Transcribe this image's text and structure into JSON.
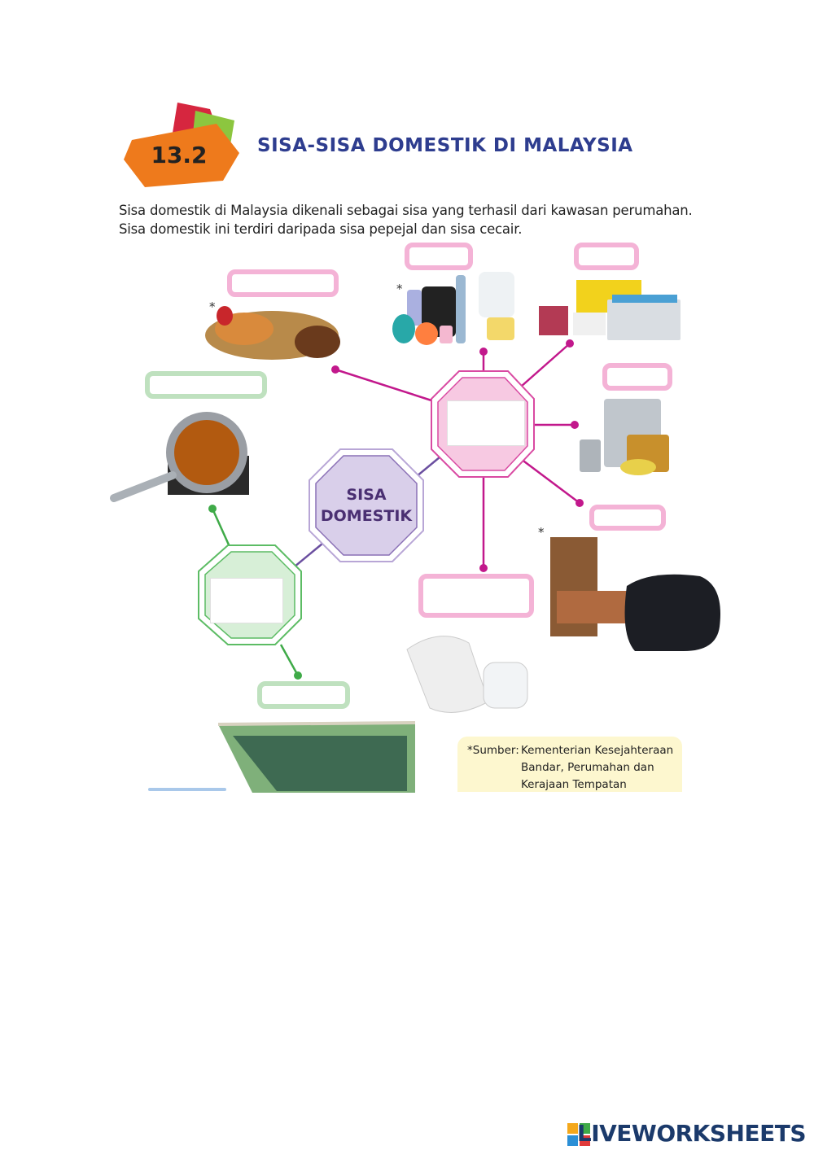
{
  "header": {
    "section_number": "13.2",
    "title": "SISA-SISA DOMESTIK DI MALAYSIA"
  },
  "intro": {
    "line1": "Sisa domestik di Malaysia dikenali sebagai sisa yang terhasil dari kawasan perumahan.",
    "line2": "Sisa domestik ini terdiri daripada sisa pepejal dan sisa cecair."
  },
  "diagram": {
    "center_line1": "SISA",
    "center_line2": "DOMESTIK",
    "asterisk": "*",
    "answers": {
      "pepejal_branch": "",
      "cecair_branch": "",
      "food_waste": "",
      "plastic_waste": "",
      "paper_waste": "",
      "metal_waste": "",
      "bulky_waste": "",
      "diaper_waste": "",
      "cooking_oil": "",
      "waste_water": ""
    }
  },
  "source": {
    "label": "*Sumber:",
    "line1": "Kementerian Kesejahteraan",
    "line2": "Bandar, Perumahan dan",
    "line3": "Kerajaan Tempatan"
  },
  "footer": {
    "brand": "LIVEWORKSHEETS"
  },
  "colors": {
    "pink": "#c2188c",
    "green": "#3faa48",
    "purple": "#6b4fa0",
    "title_blue": "#2e3d8f",
    "orange": "#ee7a1c"
  }
}
